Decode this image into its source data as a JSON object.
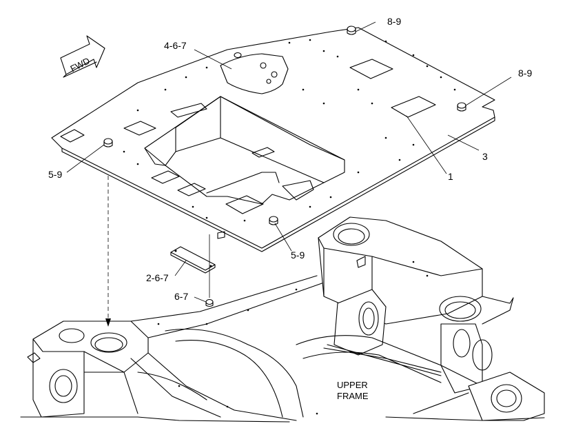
{
  "diagram": {
    "direction_arrow": "FWD",
    "callouts": [
      {
        "id": "c-8-9-top",
        "text": "8-9"
      },
      {
        "id": "c-8-9-right",
        "text": "8-9"
      },
      {
        "id": "c-4-6-7",
        "text": "4-6-7"
      },
      {
        "id": "c-3",
        "text": "3"
      },
      {
        "id": "c-1",
        "text": "1"
      },
      {
        "id": "c-5-9-left",
        "text": "5-9"
      },
      {
        "id": "c-5-9-bottom",
        "text": "5-9"
      },
      {
        "id": "c-2-6-7",
        "text": "2-6-7"
      },
      {
        "id": "c-6-7",
        "text": "6-7"
      }
    ],
    "frame_label_line1": "UPPER",
    "frame_label_line2": "FRAME"
  }
}
